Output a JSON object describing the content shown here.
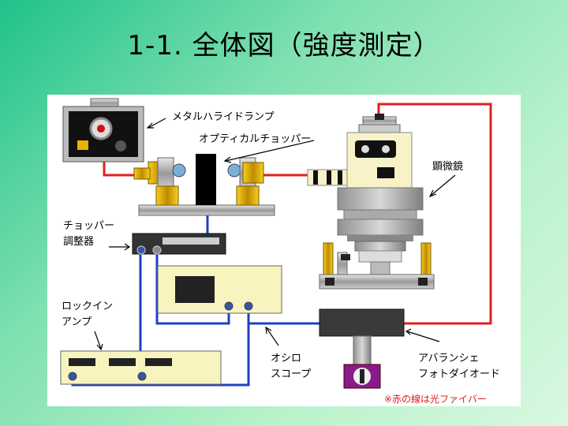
{
  "slide": {
    "title": "1-1. 全体図（強度測定）"
  },
  "labels": {
    "lamp": "メタルハライドランプ",
    "chopper": "オプティカルチョッパー",
    "microscope": "顕微鏡",
    "chopper_ctrl_1": "チョッパー",
    "chopper_ctrl_2": "調整器",
    "lockin_1": "ロックイン",
    "lockin_2": "アンプ",
    "osc_1": "オシロ",
    "osc_2": "スコープ",
    "apd_1": "アバランシェ",
    "apd_2": "フォトダイオード",
    "note": "※赤の線は光ファイバー"
  },
  "colors": {
    "fiber": "#e02020",
    "cable": "#2040c0",
    "gold": "#e8b400",
    "note": "#e02020"
  }
}
